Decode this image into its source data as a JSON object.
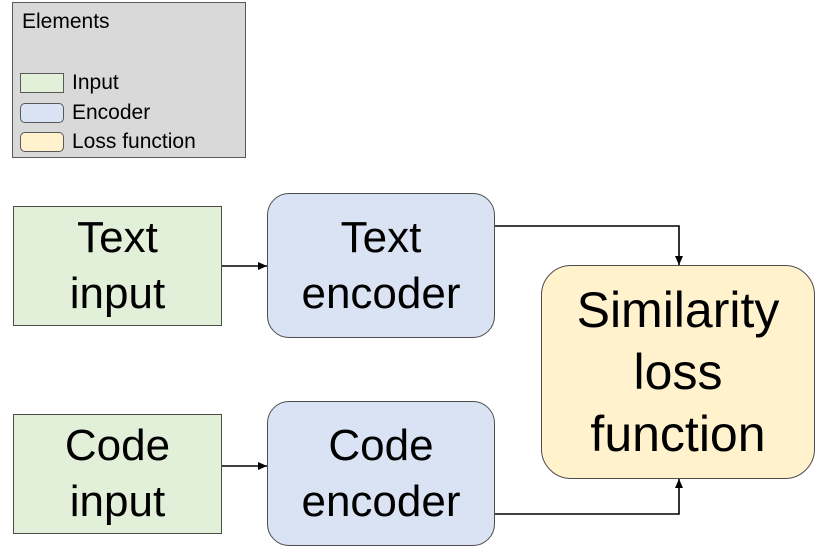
{
  "legend": {
    "title": "Elements",
    "items": [
      {
        "label": "Input",
        "color": "#e2f0d9"
      },
      {
        "label": "Encoder",
        "color": "#dae3f3"
      },
      {
        "label": "Loss function",
        "color": "#fff2cc"
      }
    ]
  },
  "nodes": {
    "text_input": "Text\ninput",
    "code_input": "Code\ninput",
    "text_encoder": "Text\nencoder",
    "code_encoder": "Code\nencoder",
    "loss": "Similarity\nloss\nfunction"
  },
  "colors": {
    "input": "#e2f0d9",
    "encoder": "#dae3f3",
    "loss": "#fff2cc",
    "legend_bg": "#d9d9d9",
    "border": "#4d4d4d",
    "arrow": "#000000"
  }
}
